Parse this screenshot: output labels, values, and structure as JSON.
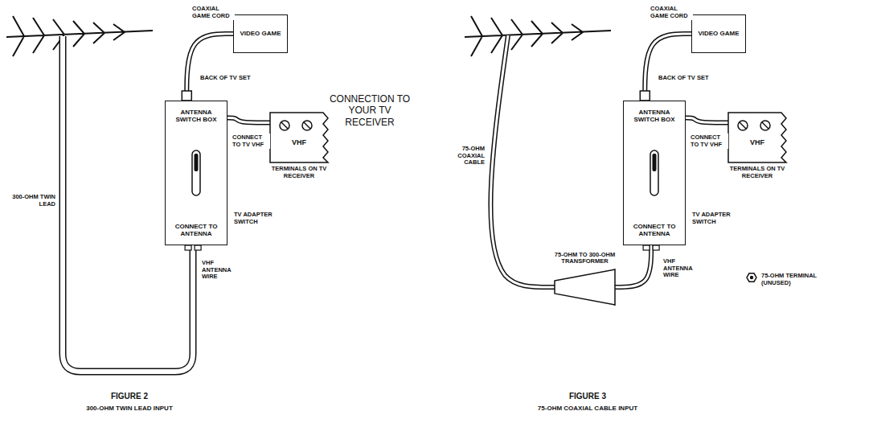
{
  "diagram": {
    "title": "CONNECTION TO YOUR TV RECEIVER",
    "nodes": [
      {
        "text": [
          "VIDEO GAME"
        ]
      },
      {
        "text": [
          "ANTENNA SWITCH BOX",
          "CONNECT TO ANTENNA"
        ]
      },
      {
        "text": [
          "VHF",
          "TERMINALS ON TV RECEIVER"
        ]
      },
      {
        "text": [
          "VIDEO GAME"
        ]
      },
      {
        "text": [
          "ANTENNA SWITCH BOX",
          "CONNECT TO ANTENNA"
        ]
      },
      {
        "text": [
          "VHF",
          "TERMINALS ON TV RECEIVER"
        ]
      },
      {
        "text": [
          "75-OHM TO 300-OHM TRANSFORMER"
        ]
      }
    ],
    "edges": [
      {
        "from": 0,
        "to": 1,
        "label": "COAXIAL GAME CORD",
        "arrow": "none"
      },
      {
        "from": 1,
        "to": 2,
        "label": "CONNECT TO TV VHF",
        "arrow": "none"
      },
      {
        "from": 3,
        "to": 4,
        "label": "COAXIAL GAME CORD",
        "arrow": "none"
      },
      {
        "from": 4,
        "to": 5,
        "label": "CONNECT TO TV VHF",
        "arrow": "none"
      },
      {
        "from": 6,
        "to": 4,
        "label": "VHF ANTENNA WIRE",
        "arrow": "none"
      }
    ],
    "labels": [
      "BACK OF TV SET",
      "300-OHM TWIN LEAD",
      "TV ADAPTER SWITCH",
      "VHF ANTENNA WIRE",
      "FIGURE 2",
      "300-OHM TWIN LEAD INPUT",
      "BACK OF TV SET",
      "75-OHM COAXIAL CABLE",
      "TV ADAPTER SWITCH",
      "75-OHM TERMINAL (UNUSED)",
      "FIGURE 3",
      "75-OHM COAXIAL CABLE INPUT"
    ]
  }
}
